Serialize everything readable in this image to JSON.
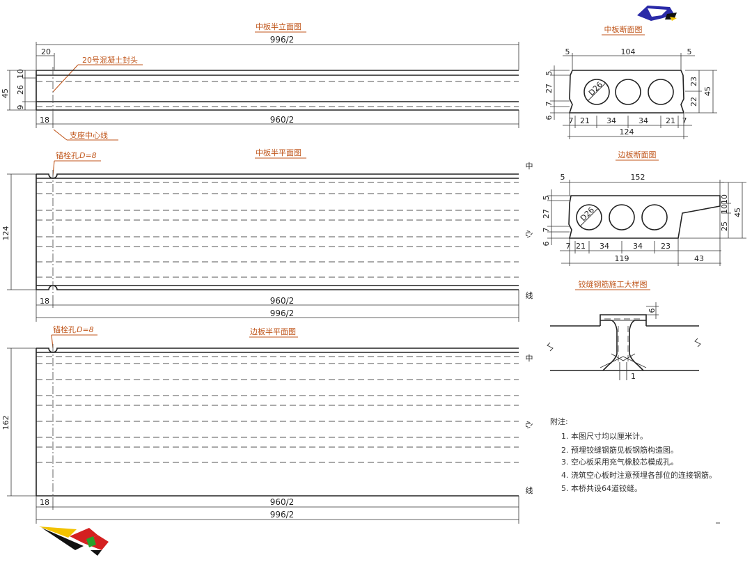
{
  "titles": {
    "mid_elevation": "中板半立面图",
    "mid_section": "中板断面图",
    "mid_plan": "中板半平面图",
    "edge_section": "边板断面图",
    "edge_plan": "边板半平面图",
    "hinge_detail": "铰缝钢筋施工大样图"
  },
  "elevation": {
    "total": "996/2",
    "left_end": "20",
    "seal_label": "20号混凝土封头",
    "h_total": "45",
    "h_top": "10",
    "h_mid": "26",
    "h_bot": "9",
    "support_offset": "18",
    "span": "960/2",
    "support_label": "支座中心线"
  },
  "mid_plan": {
    "anchor_label": "锚栓孔",
    "anchor_d": "D=8",
    "width": "124",
    "support_offset": "18",
    "span": "960/2",
    "total": "996/2"
  },
  "edge_plan": {
    "anchor_label": "锚栓孔",
    "anchor_d": "D=8",
    "width": "162",
    "support_offset": "18",
    "span": "960/2",
    "total": "996/2"
  },
  "centerline_chars": [
    "中",
    "心",
    "线"
  ],
  "mid_section": {
    "top_left": "5",
    "top_width": "104",
    "top_right": "5",
    "left_dims": [
      "5",
      "27",
      "7",
      "6"
    ],
    "right_dims": [
      "23",
      "22"
    ],
    "height": "45",
    "hole": "D26",
    "bottom_dims": [
      "7",
      "21",
      "34",
      "34",
      "21",
      "7"
    ],
    "bottom_width": "124"
  },
  "edge_section": {
    "top_left": "5",
    "top_width": "152",
    "left_dims": [
      "5",
      "27",
      "7",
      "6"
    ],
    "right_dims": [
      "10",
      "10",
      "25"
    ],
    "height": "45",
    "hole": "D26",
    "bottom_dims": [
      "7",
      "21",
      "34",
      "34",
      "23"
    ],
    "bottom_width": "119",
    "cantilever": "43"
  },
  "hinge": {
    "top_dim": "6",
    "bottom_dim": "1"
  },
  "notes": {
    "heading": "附注:",
    "items": [
      "1. 本图尺寸均以厘米计。",
      "2. 预埋铰缝钢筋见板钢筋构造图。",
      "3. 空心板采用充气橡胶芯模成孔。",
      "4. 浇筑空心板时注意预埋各部位的连接钢筋。",
      "5. 本桥共设64道铰缝。"
    ]
  },
  "colors": {
    "title": "#c0561b",
    "line": "#222222",
    "logo_blue": "#2a2aa8",
    "logo_red": "#d42020",
    "logo_yellow": "#f2c200"
  }
}
